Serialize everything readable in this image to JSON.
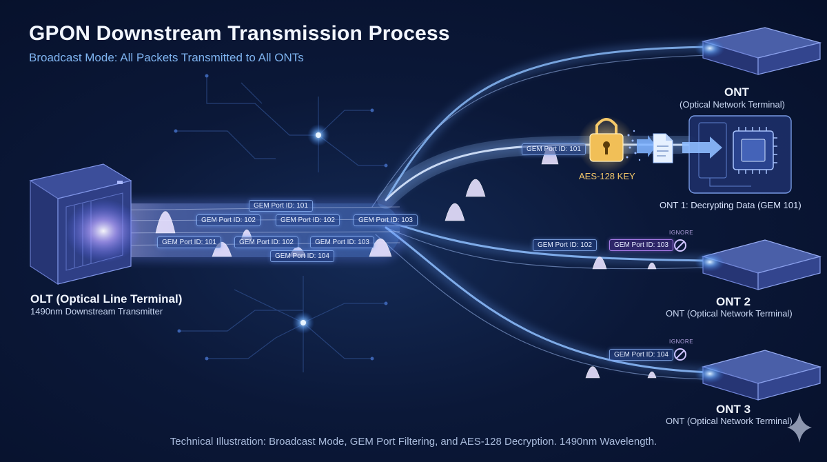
{
  "header": {
    "title": "GPON Downstream Transmission Process",
    "subtitle": "Broadcast Mode: All Packets Transmitted to All ONTs"
  },
  "olt": {
    "name": "OLT (Optical Line Terminal)",
    "detail": "1490nm Downstream Transmitter"
  },
  "onts": [
    {
      "name": "ONT",
      "detail": "(Optical Network Terminal)"
    },
    {
      "name": "ONT 2",
      "detail": "ONT (Optical Network Terminal)"
    },
    {
      "name": "ONT 3",
      "detail": "ONT (Optical Network Terminal)"
    }
  ],
  "ont1_status": "ONT 1: Decrypting Data (GEM 101)",
  "key_label": "AES-128 KEY",
  "trunk_tags": [
    "GEM Port ID: 101",
    "GEM Port ID: 102",
    "GEM Port ID: 102",
    "GEM Port ID: 103",
    "GEM Port ID: 101",
    "GEM Port ID: 102",
    "GEM Port ID: 103",
    "GEM Port ID: 104"
  ],
  "branch_tags": {
    "ont1": "GEM Port ID: 101",
    "ont2_accept": "GEM Port ID: 102",
    "ont2_ignore": "GEM Port ID: 103",
    "ont3_ignore": "GEM Port ID: 104"
  },
  "ignore_label": "IGNORE",
  "caption": "Technical Illustration: Broadcast Mode, GEM Port Filtering, and AES-128 Decryption. 1490nm Wavelength.",
  "colors": {
    "background": "#0b1838",
    "fiber": "#8fc0ff",
    "fiber_glow": "#b48cff",
    "accent_gold": "#f5c96a",
    "title": "#f2f6ff",
    "subtitle": "#7fb4f0"
  },
  "icons": [
    "olt-server-icon",
    "ont-device-icon",
    "padlock-icon",
    "document-icon",
    "chip-icon",
    "arrow-right-icon",
    "blocked-icon",
    "sparkle-icon"
  ]
}
